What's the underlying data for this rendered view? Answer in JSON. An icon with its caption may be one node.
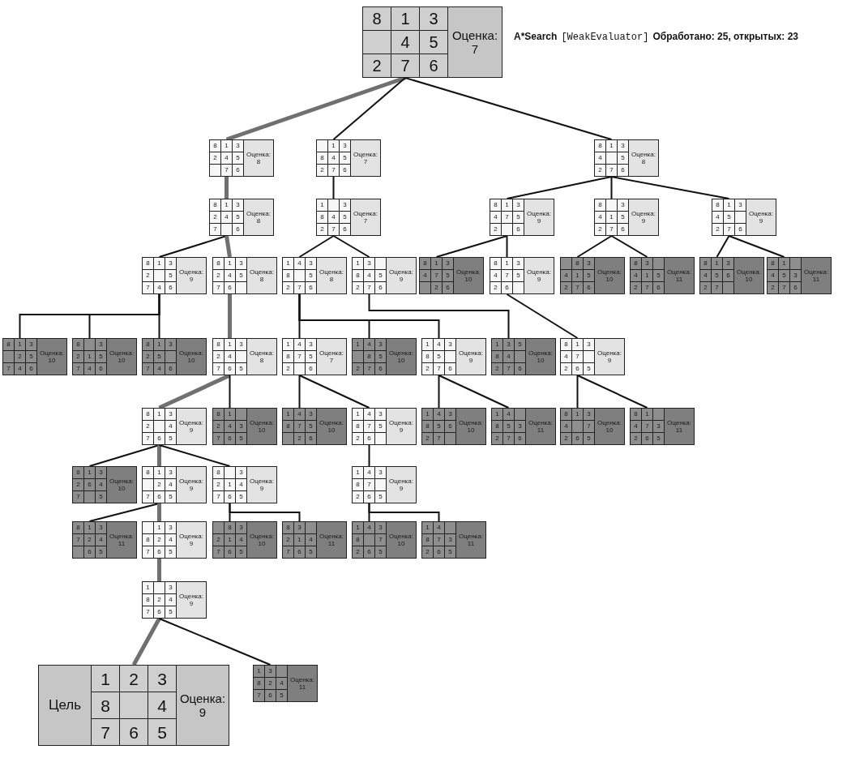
{
  "diagram": {
    "nodes": [
      {
        "text": [
          "8",
          "1",
          "3",
          "4",
          "5",
          "2",
          "7",
          "6",
          "Оценка: 7"
        ]
      },
      {
        "text": [
          "8",
          "1",
          "3",
          "2",
          "4",
          "5",
          "7",
          "6",
          "Оценка: 8"
        ]
      },
      {
        "text": [
          "1",
          "3",
          "8",
          "4",
          "5",
          "2",
          "7",
          "6",
          "Оценка: 7"
        ]
      },
      {
        "text": [
          "8",
          "1",
          "3",
          "4",
          "5",
          "2",
          "7",
          "6",
          "Оценка: 8"
        ]
      },
      {
        "text": [
          "8",
          "1",
          "3",
          "2",
          "4",
          "5",
          "7",
          "6",
          "Оценка: 8"
        ]
      },
      {
        "text": [
          "1",
          "3",
          "8",
          "4",
          "5",
          "2",
          "7",
          "6",
          "Оценка: 7"
        ]
      },
      {
        "text": [
          "8",
          "1",
          "3",
          "4",
          "7",
          "5",
          "2",
          "6",
          "Оценка: 9"
        ]
      },
      {
        "text": [
          "8",
          "3",
          "4",
          "1",
          "5",
          "2",
          "7",
          "6",
          "Оценка: 9"
        ]
      },
      {
        "text": [
          "8",
          "1",
          "3",
          "4",
          "5",
          "2",
          "7",
          "6",
          "Оценка: 9"
        ]
      },
      {
        "text": [
          "8",
          "1",
          "3",
          "2",
          "5",
          "7",
          "4",
          "6",
          "Оценка: 9"
        ]
      },
      {
        "text": [
          "8",
          "1",
          "3",
          "2",
          "4",
          "5",
          "7",
          "6",
          "Оценка: 8"
        ]
      },
      {
        "text": [
          "1",
          "4",
          "3",
          "8",
          "5",
          "2",
          "7",
          "6",
          "Оценка: 8"
        ]
      },
      {
        "text": [
          "1",
          "3",
          "8",
          "4",
          "5",
          "2",
          "7",
          "6",
          "Оценка: 9"
        ]
      },
      {
        "text": [
          "8",
          "1",
          "3",
          "4",
          "7",
          "5",
          "2",
          "6",
          "Оценка: 10"
        ]
      },
      {
        "text": [
          "8",
          "1",
          "3",
          "4",
          "7",
          "5",
          "2",
          "6",
          "Оценка: 9"
        ]
      },
      {
        "text": [
          "8",
          "3",
          "4",
          "1",
          "5",
          "2",
          "7",
          "6",
          "Оценка: 10"
        ]
      },
      {
        "text": [
          "8",
          "3",
          "4",
          "1",
          "5",
          "2",
          "7",
          "6",
          "Оценка: 11"
        ]
      },
      {
        "text": [
          "8",
          "1",
          "3",
          "4",
          "5",
          "6",
          "2",
          "7",
          "Оценка: 10"
        ]
      },
      {
        "text": [
          "8",
          "1",
          "4",
          "5",
          "3",
          "2",
          "7",
          "6",
          "Оценка: 11"
        ]
      },
      {
        "text": [
          "8",
          "1",
          "3",
          "2",
          "5",
          "7",
          "4",
          "6",
          "Оценка: 10"
        ]
      },
      {
        "text": [
          "8",
          "3",
          "2",
          "1",
          "5",
          "7",
          "4",
          "6",
          "Оценка: 10"
        ]
      },
      {
        "text": [
          "8",
          "1",
          "3",
          "2",
          "5",
          "7",
          "4",
          "6",
          "Оценка: 10"
        ]
      },
      {
        "text": [
          "8",
          "1",
          "3",
          "2",
          "4",
          "7",
          "6",
          "5",
          "Оценка: 8"
        ]
      },
      {
        "text": [
          "1",
          "4",
          "3",
          "8",
          "7",
          "5",
          "2",
          "6",
          "Оценка: 7"
        ]
      },
      {
        "text": [
          "1",
          "4",
          "3",
          "8",
          "5",
          "2",
          "7",
          "6",
          "Оценка: 10"
        ]
      },
      {
        "text": [
          "1",
          "4",
          "3",
          "8",
          "5",
          "2",
          "7",
          "6",
          "Оценка: 9"
        ]
      },
      {
        "text": [
          "1",
          "3",
          "5",
          "8",
          "4",
          "2",
          "7",
          "6",
          "Оценка: 10"
        ]
      },
      {
        "text": [
          "8",
          "1",
          "3",
          "4",
          "7",
          "2",
          "6",
          "5",
          "Оценка: 9"
        ]
      },
      {
        "text": [
          "8",
          "1",
          "3",
          "2",
          "4",
          "7",
          "6",
          "5",
          "Оценка: 9"
        ]
      },
      {
        "text": [
          "8",
          "1",
          "2",
          "4",
          "3",
          "7",
          "6",
          "5",
          "Оценка: 10"
        ]
      },
      {
        "text": [
          "1",
          "4",
          "3",
          "8",
          "7",
          "5",
          "2",
          "6",
          "Оценка: 10"
        ]
      },
      {
        "text": [
          "1",
          "4",
          "3",
          "8",
          "7",
          "5",
          "2",
          "6",
          "Оценка: 9"
        ]
      },
      {
        "text": [
          "1",
          "4",
          "3",
          "8",
          "5",
          "6",
          "2",
          "7",
          "Оценка: 10"
        ]
      },
      {
        "text": [
          "1",
          "4",
          "8",
          "5",
          "3",
          "2",
          "7",
          "6",
          "Оценка: 11"
        ]
      },
      {
        "text": [
          "8",
          "1",
          "3",
          "4",
          "7",
          "2",
          "6",
          "5",
          "Оценка: 10"
        ]
      },
      {
        "text": [
          "8",
          "1",
          "4",
          "7",
          "3",
          "2",
          "6",
          "5",
          "Оценка: 11"
        ]
      },
      {
        "text": [
          "8",
          "1",
          "3",
          "2",
          "6",
          "4",
          "7",
          "5",
          "Оценка: 10"
        ]
      },
      {
        "text": [
          "8",
          "1",
          "3",
          "2",
          "4",
          "7",
          "6",
          "5",
          "Оценка: 9"
        ]
      },
      {
        "text": [
          "8",
          "3",
          "2",
          "1",
          "4",
          "7",
          "6",
          "5",
          "Оценка: 9"
        ]
      },
      {
        "text": [
          "1",
          "4",
          "3",
          "8",
          "7",
          "2",
          "6",
          "5",
          "Оценка: 9"
        ]
      },
      {
        "text": [
          "8",
          "1",
          "3",
          "7",
          "2",
          "4",
          "6",
          "5",
          "Оценка: 11"
        ]
      },
      {
        "text": [
          "1",
          "3",
          "8",
          "2",
          "4",
          "7",
          "6",
          "5",
          "Оценка: 9"
        ]
      },
      {
        "text": [
          "8",
          "3",
          "2",
          "1",
          "4",
          "7",
          "6",
          "5",
          "Оценка: 10"
        ]
      },
      {
        "text": [
          "8",
          "3",
          "2",
          "1",
          "4",
          "7",
          "6",
          "5",
          "Оценка: 11"
        ]
      },
      {
        "text": [
          "1",
          "4",
          "3",
          "8",
          "7",
          "2",
          "6",
          "5",
          "Оценка: 10"
        ]
      },
      {
        "text": [
          "1",
          "4",
          "8",
          "7",
          "3",
          "2",
          "6",
          "5",
          "Оценка: 11"
        ]
      },
      {
        "text": [
          "1",
          "3",
          "8",
          "2",
          "4",
          "7",
          "6",
          "5",
          "Оценка: 9"
        ]
      },
      {
        "text": [
          "Цель",
          "1",
          "2",
          "3",
          "8",
          "4",
          "7",
          "6",
          "5",
          "Оценка: 9"
        ]
      },
      {
        "text": [
          "1",
          "3",
          "8",
          "2",
          "4",
          "7",
          "6",
          "5",
          "Оценка: 11"
        ]
      }
    ],
    "edges": [
      {
        "from": 0,
        "to": 1,
        "arrow": "none",
        "style": "thick",
        "color": "#707070"
      },
      {
        "from": 0,
        "to": 2,
        "arrow": "none"
      },
      {
        "from": 0,
        "to": 3,
        "arrow": "none"
      },
      {
        "from": 1,
        "to": 4,
        "arrow": "none",
        "style": "thick",
        "color": "#707070"
      },
      {
        "from": 2,
        "to": 5,
        "arrow": "none"
      },
      {
        "from": 3,
        "to": 6,
        "arrow": "none"
      },
      {
        "from": 3,
        "to": 7,
        "arrow": "none"
      },
      {
        "from": 3,
        "to": 8,
        "arrow": "none"
      },
      {
        "from": 4,
        "to": 9,
        "arrow": "none"
      },
      {
        "from": 4,
        "to": 10,
        "arrow": "none",
        "style": "thick",
        "color": "#707070"
      },
      {
        "from": 5,
        "to": 11,
        "arrow": "none"
      },
      {
        "from": 5,
        "to": 12,
        "arrow": "none"
      },
      {
        "from": 6,
        "to": 13,
        "arrow": "none"
      },
      {
        "from": 6,
        "to": 14,
        "arrow": "none"
      },
      {
        "from": 7,
        "to": 15,
        "arrow": "none"
      },
      {
        "from": 7,
        "to": 16,
        "arrow": "none"
      },
      {
        "from": 8,
        "to": 17,
        "arrow": "none"
      },
      {
        "from": 8,
        "to": 18,
        "arrow": "none"
      },
      {
        "from": 9,
        "to": 19,
        "arrow": "none"
      },
      {
        "from": 9,
        "to": 20,
        "arrow": "none"
      },
      {
        "from": 9,
        "to": 21,
        "arrow": "none"
      },
      {
        "from": 10,
        "to": 22,
        "arrow": "none",
        "style": "thick",
        "color": "#707070"
      },
      {
        "from": 11,
        "to": 23,
        "arrow": "none"
      },
      {
        "from": 11,
        "to": 24,
        "arrow": "none"
      },
      {
        "from": 11,
        "to": 25,
        "arrow": "none"
      },
      {
        "from": 12,
        "to": 26,
        "arrow": "none"
      },
      {
        "from": 14,
        "to": 27,
        "arrow": "none"
      },
      {
        "from": 22,
        "to": 28,
        "arrow": "none",
        "style": "thick",
        "color": "#707070"
      },
      {
        "from": 22,
        "to": 29,
        "arrow": "none"
      },
      {
        "from": 23,
        "to": 30,
        "arrow": "none"
      },
      {
        "from": 23,
        "to": 31,
        "arrow": "none"
      },
      {
        "from": 25,
        "to": 32,
        "arrow": "none"
      },
      {
        "from": 25,
        "to": 33,
        "arrow": "none"
      },
      {
        "from": 27,
        "to": 34,
        "arrow": "none"
      },
      {
        "from": 27,
        "to": 35,
        "arrow": "none"
      },
      {
        "from": 28,
        "to": 36,
        "arrow": "none"
      },
      {
        "from": 28,
        "to": 37,
        "arrow": "none",
        "style": "thick",
        "color": "#707070"
      },
      {
        "from": 28,
        "to": 38,
        "arrow": "none"
      },
      {
        "from": 31,
        "to": 39,
        "arrow": "none"
      },
      {
        "from": 37,
        "to": 40,
        "arrow": "none"
      },
      {
        "from": 37,
        "to": 41,
        "arrow": "none",
        "style": "thick",
        "color": "#707070"
      },
      {
        "from": 38,
        "to": 42,
        "arrow": "none"
      },
      {
        "from": 38,
        "to": 43,
        "arrow": "none"
      },
      {
        "from": 39,
        "to": 44,
        "arrow": "none"
      },
      {
        "from": 39,
        "to": 45,
        "arrow": "none"
      },
      {
        "from": 41,
        "to": 46,
        "arrow": "none",
        "style": "thick",
        "color": "#707070"
      },
      {
        "from": 46,
        "to": 47,
        "arrow": "none",
        "style": "thick",
        "color": "#707070"
      },
      {
        "from": 46,
        "to": 48,
        "arrow": "none"
      }
    ],
    "labels": [
      "A*Search",
      "[WeakEvaluator]",
      "Обработано: 25, открытых: 23"
    ]
  }
}
